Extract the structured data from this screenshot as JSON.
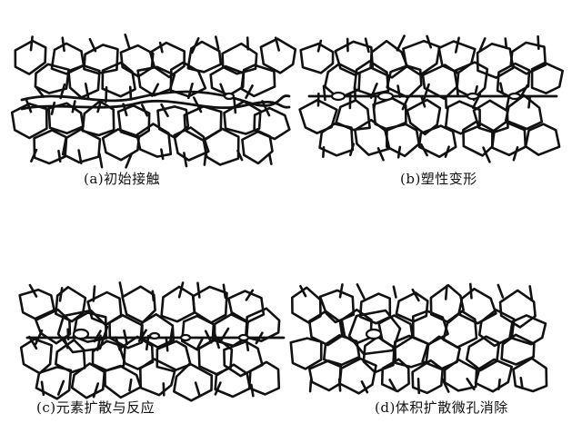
{
  "panels": [
    {
      "id": "a",
      "caption": "(a)初始接触"
    },
    {
      "id": "b",
      "caption": "(b)塑性变形"
    },
    {
      "id": "c",
      "caption": "(c)元素扩散与反应"
    },
    {
      "id": "d",
      "caption": "(d)体积扩散微孔消除"
    }
  ],
  "colors": {
    "line": "#111111",
    "background": "#ffffff"
  }
}
